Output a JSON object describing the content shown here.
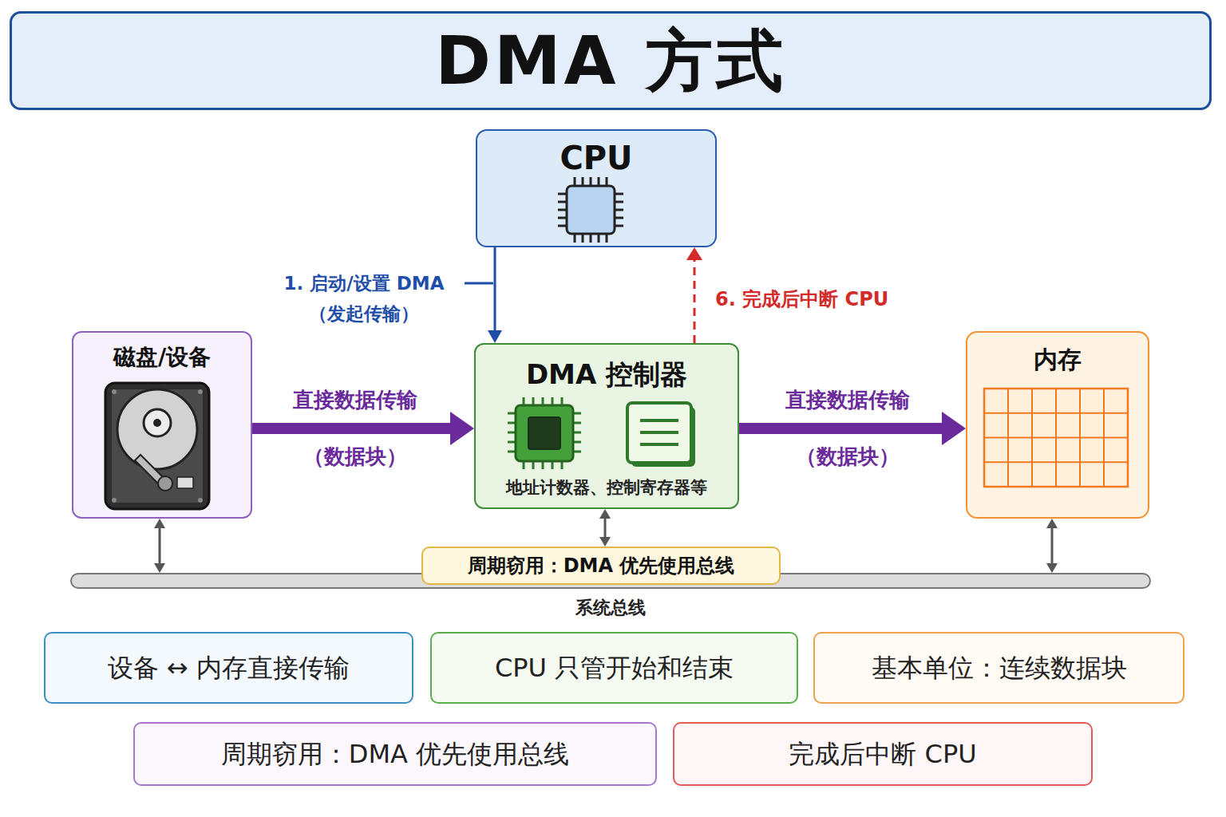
{
  "diagram": {
    "title": "DMA 方式",
    "nodes": [
      {
        "text": [
          "CPU"
        ]
      },
      {
        "text": [
          "磁盘/设备"
        ]
      },
      {
        "text": [
          "DMA 控制器",
          "地址计数器、控制寄存器等"
        ]
      },
      {
        "text": [
          "内存"
        ]
      },
      {
        "text": [
          "周期窃用：DMA 优先使用总线"
        ]
      },
      {
        "text": [
          "系统总线"
        ]
      },
      {
        "text": [
          "设备 ↔ 内存直接传输"
        ]
      },
      {
        "text": [
          "CPU 只管开始和结束"
        ]
      },
      {
        "text": [
          "基本单位：连续数据块"
        ]
      },
      {
        "text": [
          "周期窃用：DMA 优先使用总线"
        ]
      },
      {
        "text": [
          "完成后中断 CPU"
        ]
      }
    ],
    "edges": [
      {
        "from": 0,
        "to": 2,
        "arrow": "to",
        "label": "1. 启动/设置 DMA （发起传输）"
      },
      {
        "from": 2,
        "to": 0,
        "arrow": "to",
        "label": "6. 完成后中断 CPU"
      },
      {
        "from": 1,
        "to": 2,
        "arrow": "to",
        "label": "直接数据传输 （数据块）"
      },
      {
        "from": 2,
        "to": 3,
        "arrow": "to",
        "label": "直接数据传输 （数据块）"
      },
      {
        "from": 1,
        "to": 5,
        "arrow": "both"
      },
      {
        "from": 2,
        "to": 4,
        "arrow": "both"
      },
      {
        "from": 3,
        "to": 5,
        "arrow": "both"
      }
    ]
  }
}
